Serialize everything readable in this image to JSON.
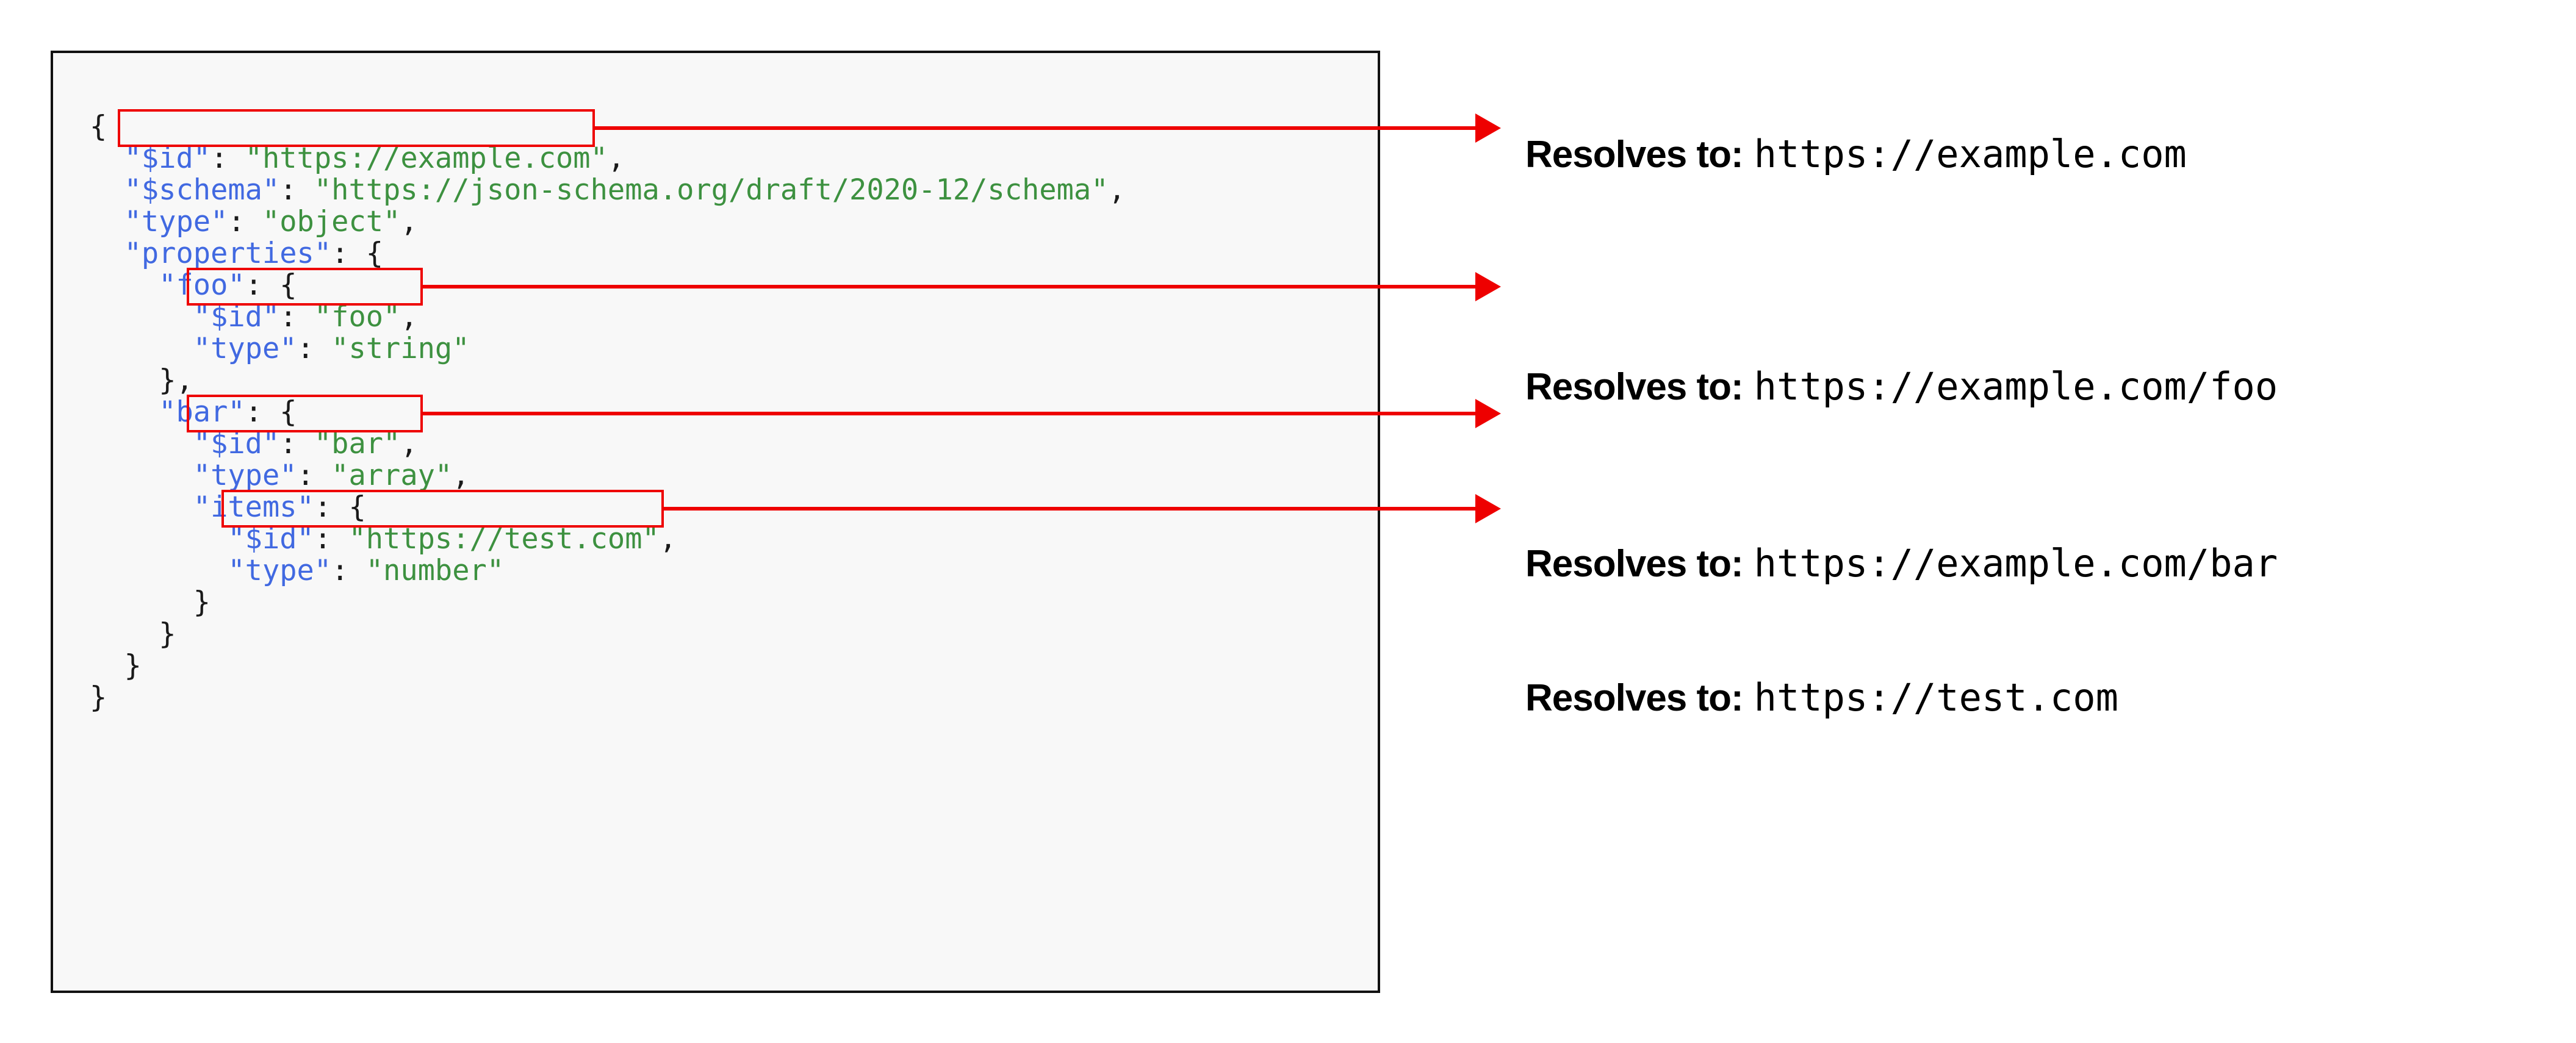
{
  "code_block": {
    "language": "json",
    "background_color": "#f8f8f8",
    "border_color": "#111111",
    "lines": [
      {
        "indent": 0,
        "tokens": [
          {
            "t": "{",
            "c": "p"
          }
        ]
      },
      {
        "indent": 1,
        "tokens": [
          {
            "t": "\"$id\"",
            "c": "k"
          },
          {
            "t": ": ",
            "c": "p"
          },
          {
            "t": "\"https://example.com\"",
            "c": "s"
          },
          {
            "t": ",",
            "c": "p"
          }
        ]
      },
      {
        "indent": 1,
        "tokens": [
          {
            "t": "\"$schema\"",
            "c": "k"
          },
          {
            "t": ": ",
            "c": "p"
          },
          {
            "t": "\"https://json-schema.org/draft/2020-12/schema\"",
            "c": "s"
          },
          {
            "t": ",",
            "c": "p"
          }
        ]
      },
      {
        "indent": 1,
        "tokens": [
          {
            "t": "\"type\"",
            "c": "k"
          },
          {
            "t": ": ",
            "c": "p"
          },
          {
            "t": "\"object\"",
            "c": "s"
          },
          {
            "t": ",",
            "c": "p"
          }
        ]
      },
      {
        "indent": 1,
        "tokens": [
          {
            "t": "\"properties\"",
            "c": "k"
          },
          {
            "t": ": {",
            "c": "p"
          }
        ]
      },
      {
        "indent": 2,
        "tokens": [
          {
            "t": "\"foo\"",
            "c": "k"
          },
          {
            "t": ": {",
            "c": "p"
          }
        ]
      },
      {
        "indent": 3,
        "tokens": [
          {
            "t": "\"$id\"",
            "c": "k"
          },
          {
            "t": ": ",
            "c": "p"
          },
          {
            "t": "\"foo\"",
            "c": "s"
          },
          {
            "t": ",",
            "c": "p"
          }
        ]
      },
      {
        "indent": 3,
        "tokens": [
          {
            "t": "\"type\"",
            "c": "k"
          },
          {
            "t": ": ",
            "c": "p"
          },
          {
            "t": "\"string\"",
            "c": "s"
          }
        ]
      },
      {
        "indent": 2,
        "tokens": [
          {
            "t": "},",
            "c": "p"
          }
        ]
      },
      {
        "indent": 2,
        "tokens": [
          {
            "t": "\"bar\"",
            "c": "k"
          },
          {
            "t": ": {",
            "c": "p"
          }
        ]
      },
      {
        "indent": 3,
        "tokens": [
          {
            "t": "\"$id\"",
            "c": "k"
          },
          {
            "t": ": ",
            "c": "p"
          },
          {
            "t": "\"bar\"",
            "c": "s"
          },
          {
            "t": ",",
            "c": "p"
          }
        ]
      },
      {
        "indent": 3,
        "tokens": [
          {
            "t": "\"type\"",
            "c": "k"
          },
          {
            "t": ": ",
            "c": "p"
          },
          {
            "t": "\"array\"",
            "c": "s"
          },
          {
            "t": ",",
            "c": "p"
          }
        ]
      },
      {
        "indent": 3,
        "tokens": [
          {
            "t": "\"items\"",
            "c": "k"
          },
          {
            "t": ": {",
            "c": "p"
          }
        ]
      },
      {
        "indent": 4,
        "tokens": [
          {
            "t": "\"$id\"",
            "c": "k"
          },
          {
            "t": ": ",
            "c": "p"
          },
          {
            "t": "\"https://test.com\"",
            "c": "s"
          },
          {
            "t": ",",
            "c": "p"
          }
        ]
      },
      {
        "indent": 4,
        "tokens": [
          {
            "t": "\"type\"",
            "c": "k"
          },
          {
            "t": ": ",
            "c": "p"
          },
          {
            "t": "\"number\"",
            "c": "s"
          }
        ]
      },
      {
        "indent": 3,
        "tokens": [
          {
            "t": "}",
            "c": "p"
          }
        ]
      },
      {
        "indent": 2,
        "tokens": [
          {
            "t": "}",
            "c": "p"
          }
        ]
      },
      {
        "indent": 1,
        "tokens": [
          {
            "t": "}",
            "c": "p"
          }
        ]
      },
      {
        "indent": 0,
        "tokens": [
          {
            "t": "}",
            "c": "p"
          }
        ]
      }
    ],
    "syntax_colors": {
      "key": "#4169e1",
      "string": "#3d9140",
      "punctuation": "#1a1a1a"
    }
  },
  "highlight_color": "#ee0000",
  "annotations": [
    {
      "id": "root-id",
      "label": "Resolves to:",
      "url": "https://example.com",
      "highlighted_line": 1,
      "highlighted_text": "\"$id\": \"https://example.com\""
    },
    {
      "id": "foo-id",
      "label": "Resolves to:",
      "url": "https://example.com/foo",
      "highlighted_line": 6,
      "highlighted_text": "\"$id\": \"foo\""
    },
    {
      "id": "bar-id",
      "label": "Resolves to:",
      "url": "https://example.com/bar",
      "highlighted_line": 10,
      "highlighted_text": "\"$id\": \"bar\""
    },
    {
      "id": "items-id",
      "label": "Resolves to:",
      "url": "https://test.com",
      "highlighted_line": 13,
      "highlighted_text": "\"$id\": \"https://test.com\","
    }
  ]
}
